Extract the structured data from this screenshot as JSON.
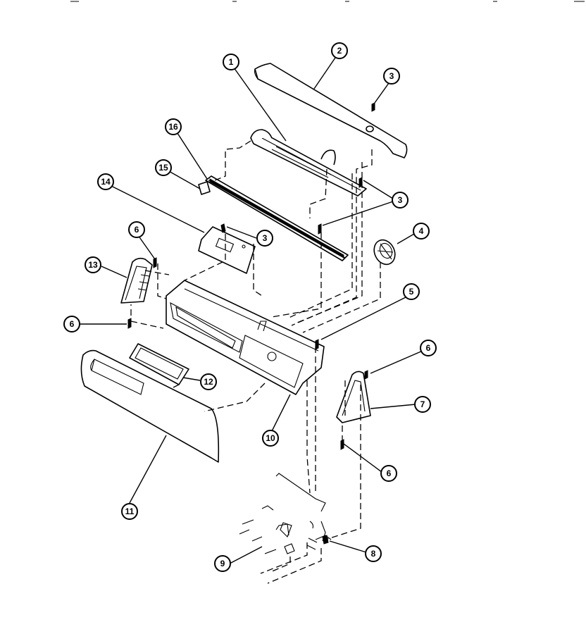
{
  "diagram": {
    "callouts": [
      {
        "id": "c1",
        "label": "1"
      },
      {
        "id": "c2",
        "label": "2"
      },
      {
        "id": "c3a",
        "label": "3"
      },
      {
        "id": "c3b",
        "label": "3"
      },
      {
        "id": "c3c",
        "label": "3"
      },
      {
        "id": "c4",
        "label": "4"
      },
      {
        "id": "c5",
        "label": "5"
      },
      {
        "id": "c6a",
        "label": "6"
      },
      {
        "id": "c6b",
        "label": "6"
      },
      {
        "id": "c6c",
        "label": "6"
      },
      {
        "id": "c6d",
        "label": "6"
      },
      {
        "id": "c7",
        "label": "7"
      },
      {
        "id": "c8",
        "label": "8"
      },
      {
        "id": "c9",
        "label": "9"
      },
      {
        "id": "c10",
        "label": "10"
      },
      {
        "id": "c11",
        "label": "11"
      },
      {
        "id": "c12",
        "label": "12"
      },
      {
        "id": "c13",
        "label": "13"
      },
      {
        "id": "c14",
        "label": "14"
      },
      {
        "id": "c15",
        "label": "15"
      },
      {
        "id": "c16",
        "label": "16"
      }
    ]
  }
}
